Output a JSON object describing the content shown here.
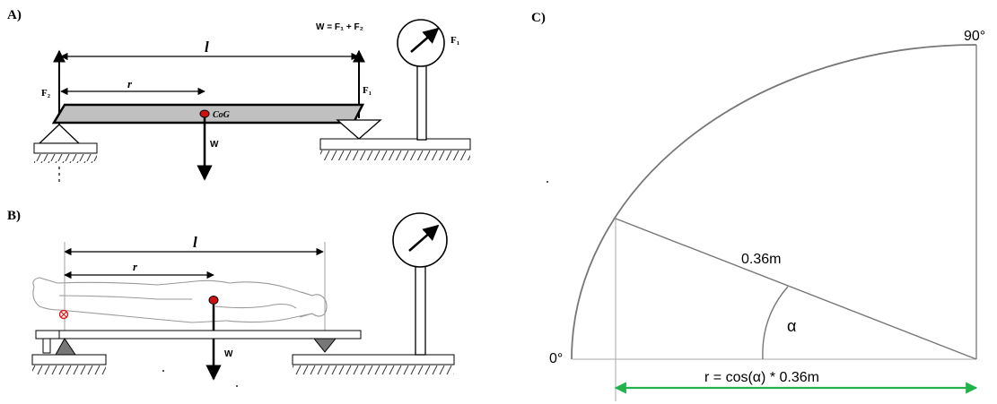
{
  "panel_a": {
    "label": "A)",
    "formula": "W = F₁ + F₂",
    "length": "l",
    "radius": "r",
    "f1": "F₁",
    "f2": "F₂",
    "cog": "CoG",
    "weight": "W"
  },
  "panel_b": {
    "label": "B)",
    "length": "l",
    "radius": "r",
    "weight": "W"
  },
  "panel_c": {
    "label": "C)",
    "angle_90": "90°",
    "angle_0": "0°",
    "hypotenuse": "0.36m",
    "alpha": "α",
    "formula": "r = cos(α) * 0.36m",
    "colors": {
      "arc": "#777777",
      "formula_arrow": "#22b24c"
    }
  },
  "colors": {
    "beam_fill": "#c0c0c0",
    "cog_dot": "#cc1111"
  }
}
